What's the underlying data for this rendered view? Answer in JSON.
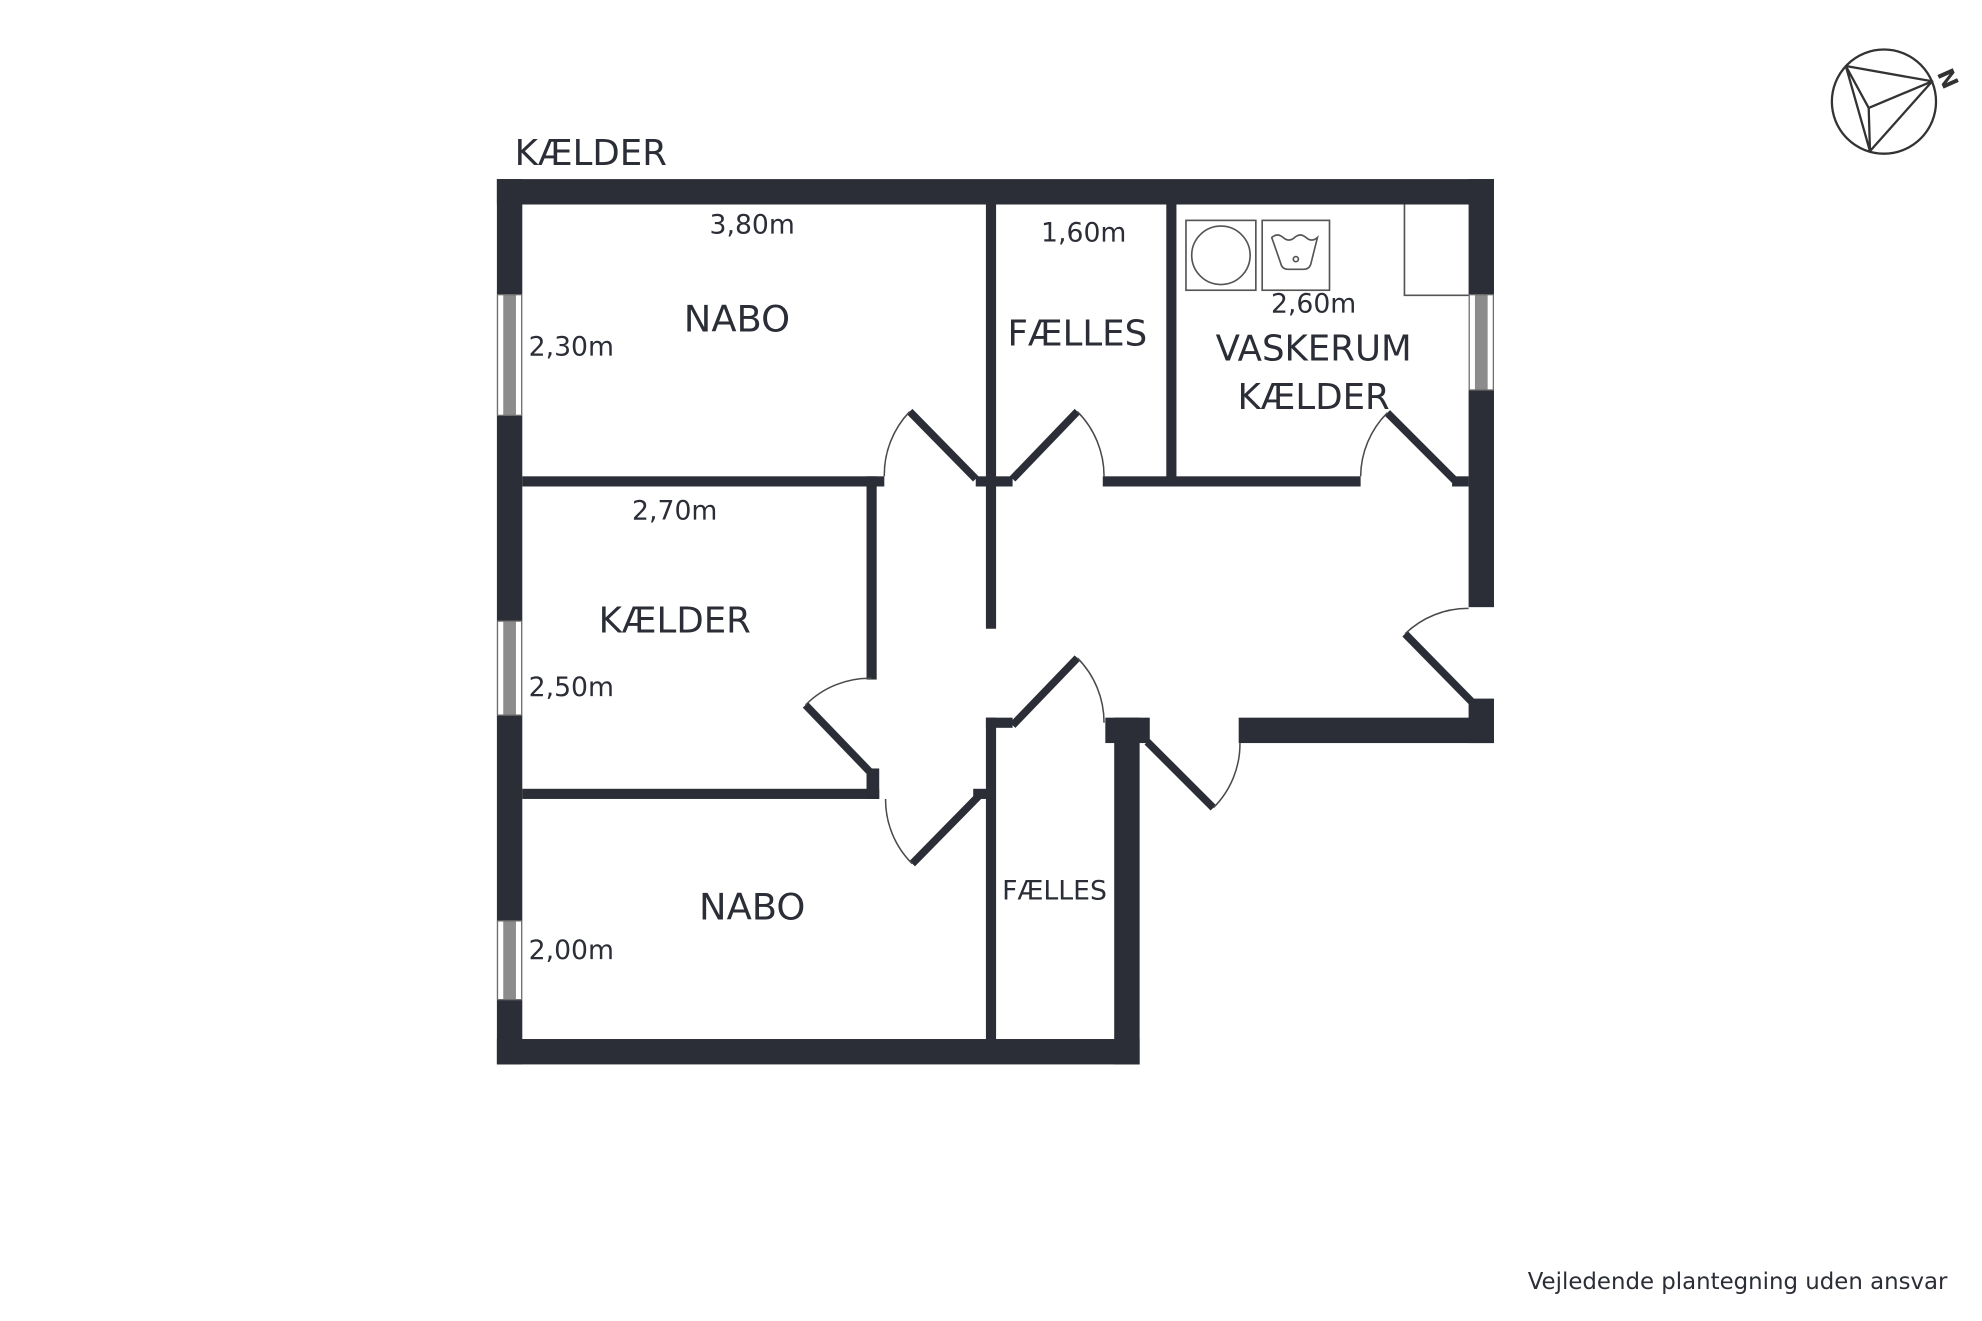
{
  "floor_label": "KÆLDER",
  "rooms": {
    "nabo_top": {
      "label": "NABO",
      "dims": [
        "3,80m",
        "2,30m"
      ]
    },
    "faelles_top": {
      "label": "FÆLLES",
      "dims": [
        "1,60m"
      ]
    },
    "vaskerum": {
      "label_lines": [
        "VASKERUM",
        "KÆLDER"
      ],
      "dims": [
        "2,60m"
      ],
      "fixtures": [
        "washing-machine-icon",
        "sink-icon"
      ]
    },
    "kaelder": {
      "label": "KÆLDER",
      "dims": [
        "2,70m",
        "2,50m"
      ]
    },
    "nabo_bottom": {
      "label": "NABO",
      "dims": [
        "2,00m"
      ]
    },
    "faelles_bottom": {
      "label": "FÆLLES"
    }
  },
  "compass": {
    "label": "N",
    "icon": "compass-icon"
  },
  "disclaimer": "Vejledende plantegning uden ansvar",
  "colors": {
    "background": "#ffffff",
    "wall": "#2b2e36",
    "text": "#2b2e36",
    "window": "#8c8c8c",
    "fixture": "#555555"
  }
}
